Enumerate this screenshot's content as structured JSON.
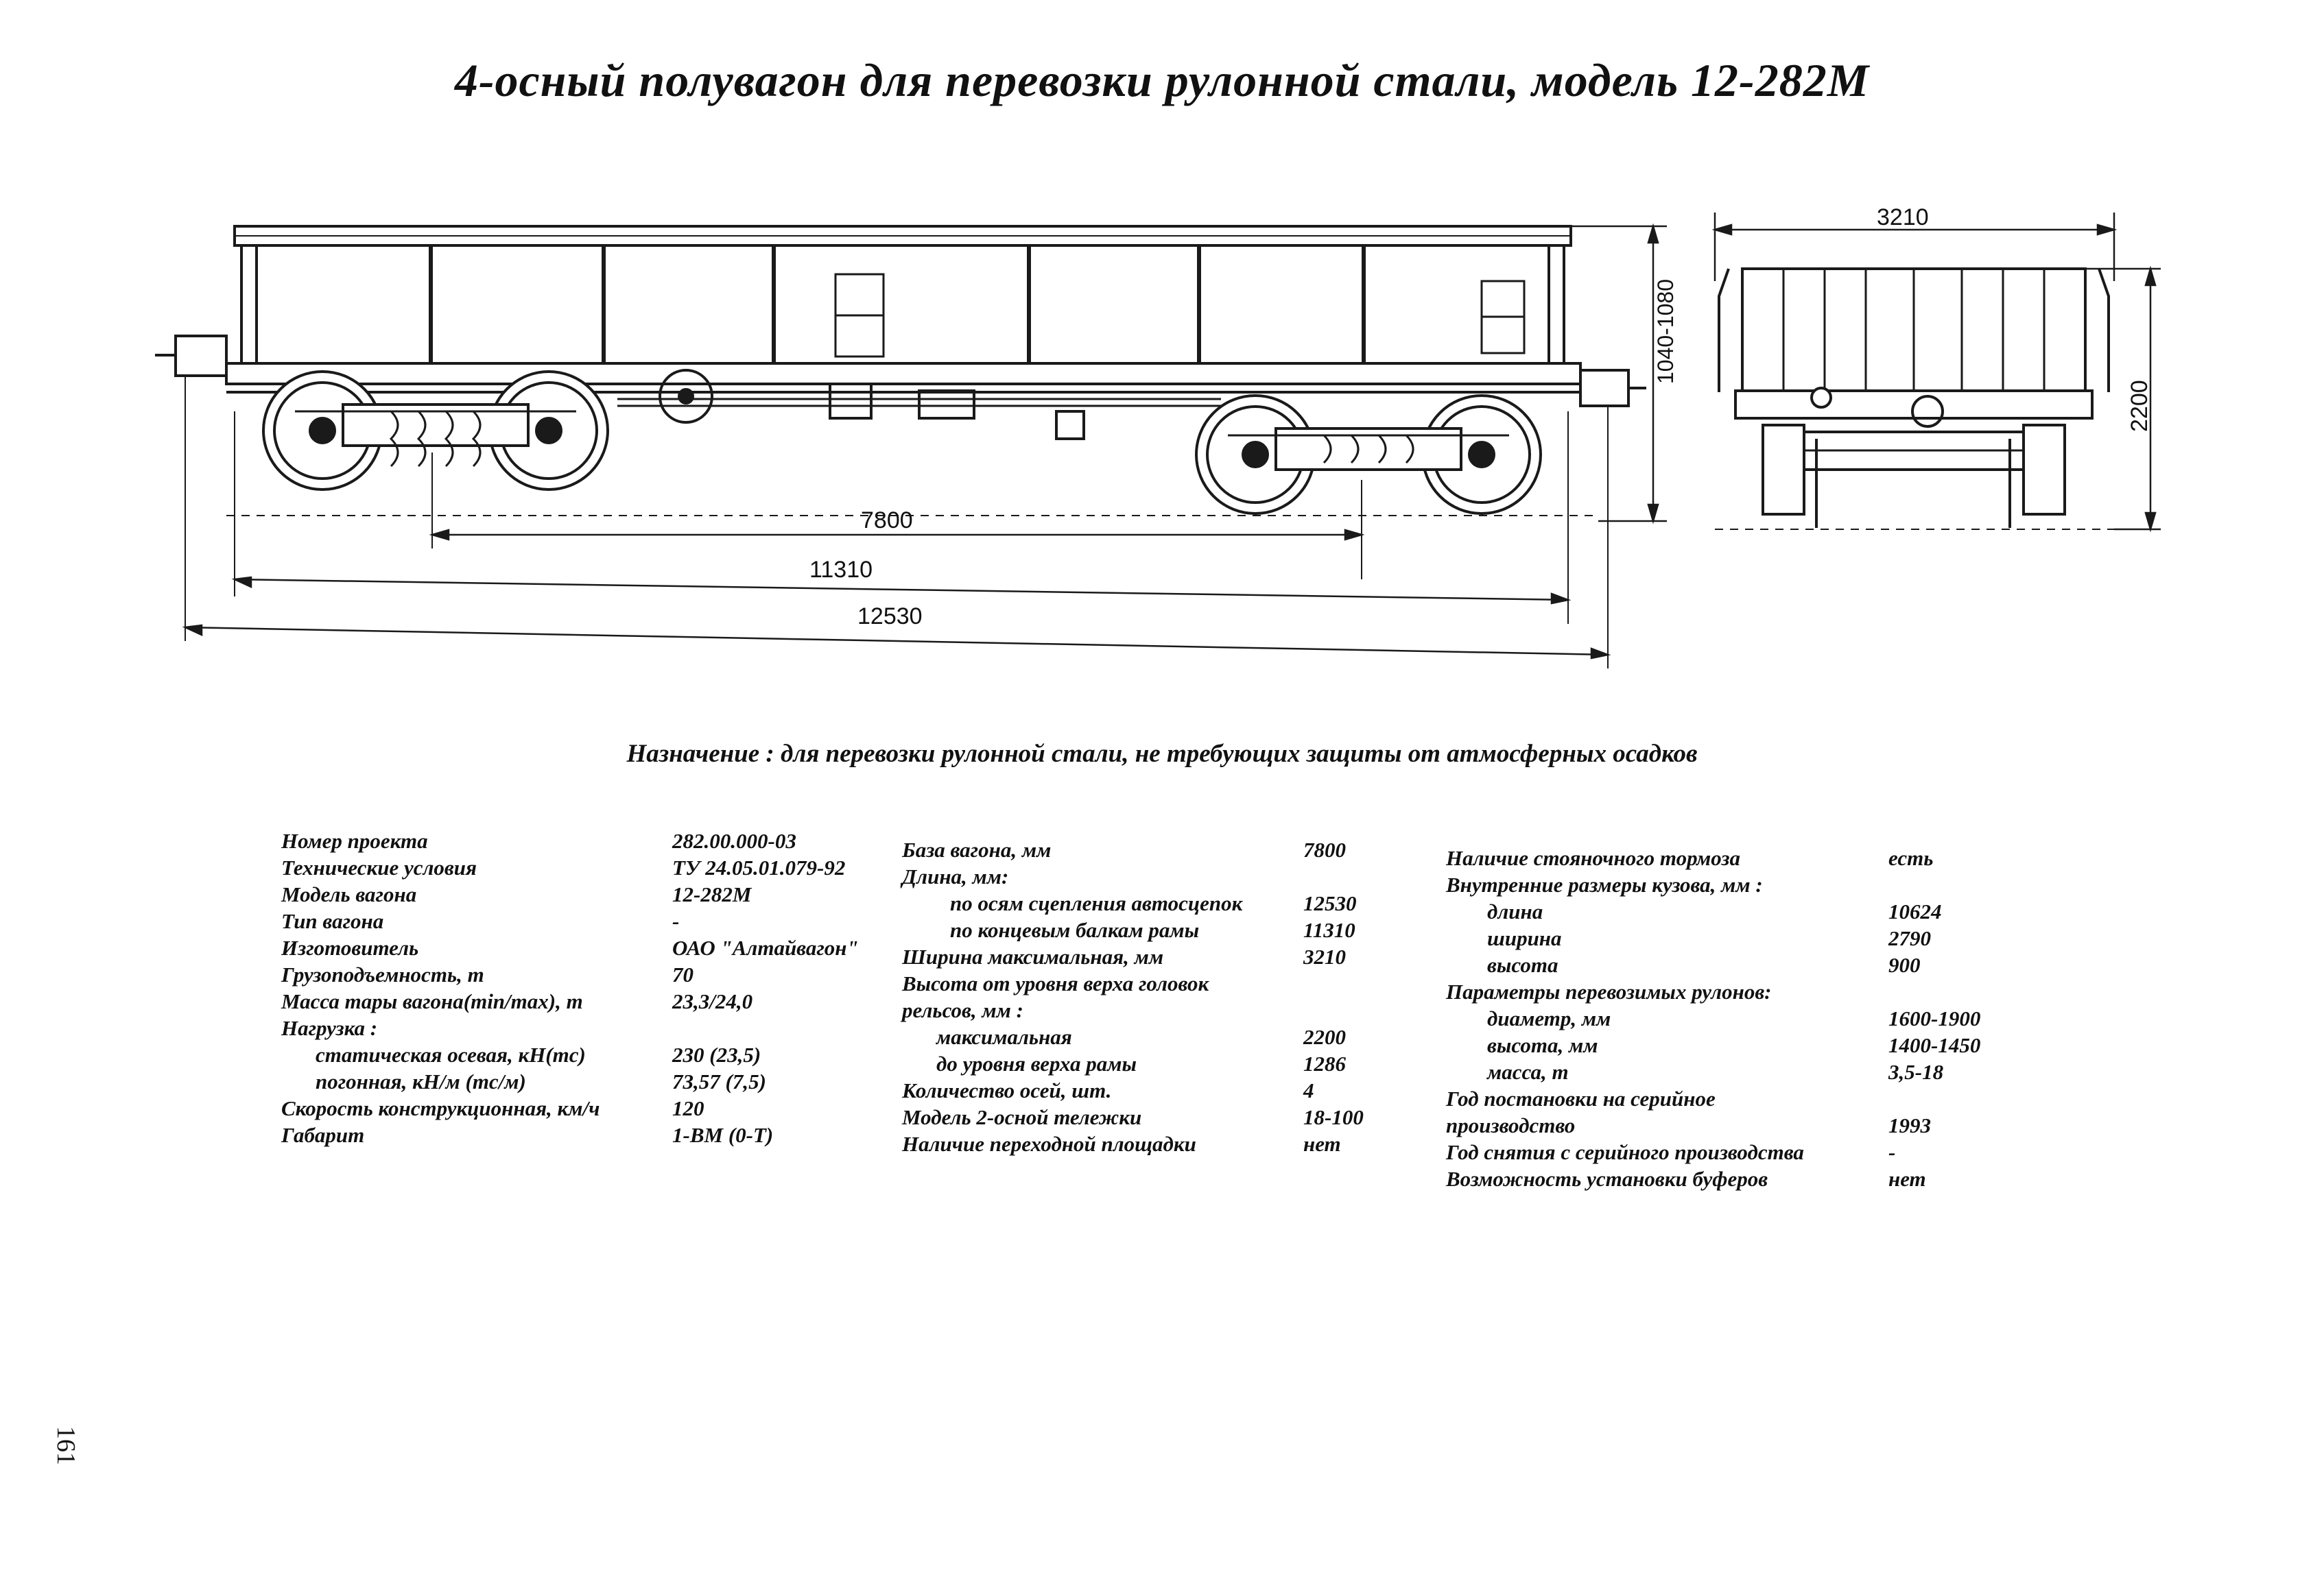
{
  "title": "4-осный полувагон для перевозки рулонной стали, модель 12-282М",
  "purpose": "Назначение : для перевозки рулонной стали, не требующих защиты от атмосферных осадков",
  "dimensions": {
    "base": "7800",
    "frame_length": "11310",
    "coupler_length": "12530",
    "body_height": "1040-1080",
    "width": "3210",
    "height": "2200"
  },
  "col1": [
    {
      "label": "Номер проекта",
      "value": "282.00.000-03",
      "indent": 0
    },
    {
      "label": "Технические условия",
      "value": "ТУ 24.05.01.079-92",
      "indent": 0
    },
    {
      "label": "Модель вагона",
      "value": "12-282М",
      "indent": 0
    },
    {
      "label": "Тип вагона",
      "value": "-",
      "indent": 0
    },
    {
      "label": "Изготовитель",
      "value": "ОАО \"Алтайвагон\"",
      "indent": 0
    },
    {
      "label": "Грузоподъемность, т",
      "value": "70",
      "indent": 0
    },
    {
      "label": "Масса тары вагона(min/max), т",
      "value": "23,3/24,0",
      "indent": 0
    },
    {
      "label": "Нагрузка :",
      "value": "",
      "indent": 0
    },
    {
      "label": "статическая осевая, кН(тс)",
      "value": "230 (23,5)",
      "indent": 1
    },
    {
      "label": "погонная, кН/м (тс/м)",
      "value": "73,57 (7,5)",
      "indent": 1
    },
    {
      "label": "Скорость конструкционная, км/ч",
      "value": "120",
      "indent": 0
    },
    {
      "label": "Габарит",
      "value": "1-ВМ (0-Т)",
      "indent": 0
    }
  ],
  "col2": [
    {
      "label": "База вагона, мм",
      "value": "7800",
      "indent": 0
    },
    {
      "label": "Длина, мм:",
      "value": "",
      "indent": 0
    },
    {
      "label": "по осям сцепления автосцепок",
      "value": "12530",
      "indent": 2
    },
    {
      "label": "по концевым балкам рамы",
      "value": "11310",
      "indent": 2
    },
    {
      "label": "Ширина максимальная, мм",
      "value": "3210",
      "indent": 0
    },
    {
      "label": "Высота от уровня верха головок",
      "value": "",
      "indent": 0
    },
    {
      "label": "рельсов, мм :",
      "value": "",
      "indent": 0
    },
    {
      "label": "максимальная",
      "value": "2200",
      "indent": 1
    },
    {
      "label": "до уровня верха рамы",
      "value": "1286",
      "indent": 1
    },
    {
      "label": "Количество осей, шт.",
      "value": "4",
      "indent": 0
    },
    {
      "label": "Модель 2-осной тележки",
      "value": "18-100",
      "indent": 0
    },
    {
      "label": "Наличие переходной площадки",
      "value": "нет",
      "indent": 0
    }
  ],
  "col3": [
    {
      "label": "Наличие стояночного тормоза",
      "value": "есть",
      "indent": 0
    },
    {
      "label": "Внутренние размеры кузова, мм :",
      "value": "",
      "indent": 0
    },
    {
      "label": "длина",
      "value": "10624",
      "indent": 1
    },
    {
      "label": "ширина",
      "value": "2790",
      "indent": 1
    },
    {
      "label": "высота",
      "value": "900",
      "indent": 1
    },
    {
      "label": "Параметры перевозимых рулонов:",
      "value": "",
      "indent": 0
    },
    {
      "label": "диаметр, мм",
      "value": "1600-1900",
      "indent": 1
    },
    {
      "label": "высота, мм",
      "value": "1400-1450",
      "indent": 1
    },
    {
      "label": "масса, т",
      "value": "3,5-18",
      "indent": 1
    },
    {
      "label": "Год постановки на серийное",
      "value": "",
      "indent": 0
    },
    {
      "label": "производство",
      "value": "1993",
      "indent": 0
    },
    {
      "label": "Год снятия с серийного производства",
      "value": "-",
      "indent": 0
    },
    {
      "label": "Возможность установки буферов",
      "value": "нет",
      "indent": 0
    }
  ],
  "page_number": "161"
}
